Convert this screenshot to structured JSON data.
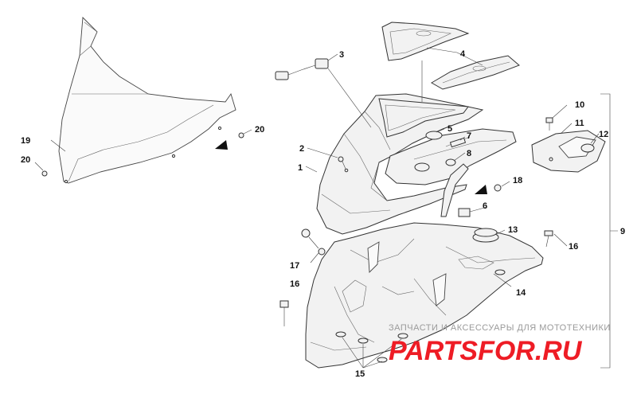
{
  "callouts": {
    "c1": "1",
    "c2": "2",
    "c3": "3",
    "c4": "4",
    "c5": "5",
    "c6": "6",
    "c7": "7",
    "c8": "8",
    "c9": "9",
    "c10": "10",
    "c11": "11",
    "c12": "12",
    "c13": "13",
    "c14": "14",
    "c15": "15",
    "c16a": "16",
    "c16b": "16",
    "c17": "17",
    "c18": "18",
    "c19": "19",
    "c20a": "20",
    "c20b": "20"
  },
  "watermark": {
    "tagline": "ЗАПЧАСТИ И АКСЕССУАРЫ ДЛЯ МОТОТЕХНИКИ",
    "logo": "PARTSFOR.RU"
  },
  "colors": {
    "line": "#333333",
    "part_fill": "#f2f2f2",
    "watermark_red": "#ee1c25",
    "watermark_gray": "#9a9a9a"
  }
}
